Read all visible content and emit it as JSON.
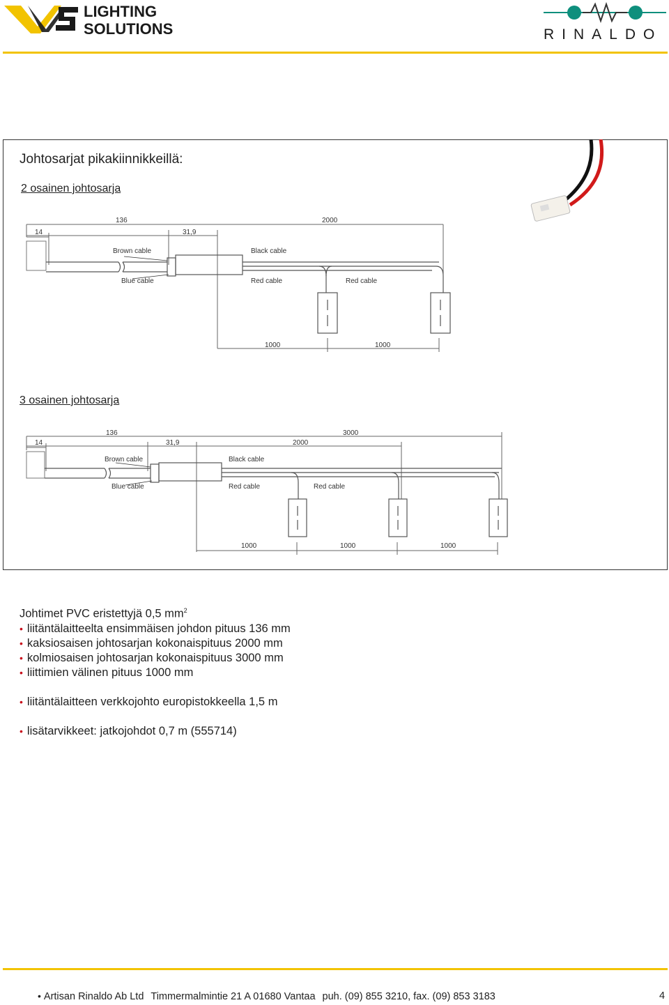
{
  "header": {
    "brand_left_line1": "LIGHTING",
    "brand_left_line2": "SOLUTIONS",
    "brand_right": "RINALDO",
    "accent_color": "#f2c300"
  },
  "main": {
    "title": "Johtosarjat pikakiinnikkeillä:",
    "section1": {
      "heading": "2 osainen johtosarja",
      "dims": {
        "first": "136",
        "end": "14",
        "mid": "31,9",
        "total": "2000",
        "seg1": "1000",
        "seg2": "1000"
      },
      "labels": {
        "brown": "Brown cable",
        "blue": "Blue cable",
        "black": "Black cable",
        "red1": "Red cable",
        "red2": "Red cable"
      }
    },
    "section2": {
      "heading": "3 osainen johtosarja",
      "dims": {
        "first": "136",
        "end": "14",
        "mid": "31,9",
        "d2000": "2000",
        "total": "3000",
        "seg1": "1000",
        "seg2": "1000",
        "seg3": "1000"
      },
      "labels": {
        "brown": "Brown cable",
        "blue": "Blue cable",
        "black": "Black cable",
        "red1": "Red cable",
        "red2": "Red cable"
      }
    }
  },
  "specs": {
    "intro": "Johtimet PVC eristettyjä 0,5 mm",
    "intro_sup": "2",
    "bullet_symbol": "•",
    "items": [
      "liitäntälaitteelta ensimmäisen johdon pituus 136 mm",
      "kaksiosaisen johtosarjan kokonaispituus 2000 mm",
      "kolmiosaisen johtosarjan kokonaispituus 3000 mm",
      "liittimien välinen pituus 1000 mm"
    ],
    "extra1": "liitäntälaitteen verkkojohto europistokkeella 1,5 m",
    "extra2": "lisätarvikkeet: jatkojohdot 0,7 m (555714)"
  },
  "footer": {
    "company": "Artisan Rinaldo Ab Ltd",
    "address": "Timmermalmintie 21 A  01680 Vantaa",
    "phone": "puh. (09) 855 3210, fax. (09) 853 3183",
    "page": "4"
  }
}
